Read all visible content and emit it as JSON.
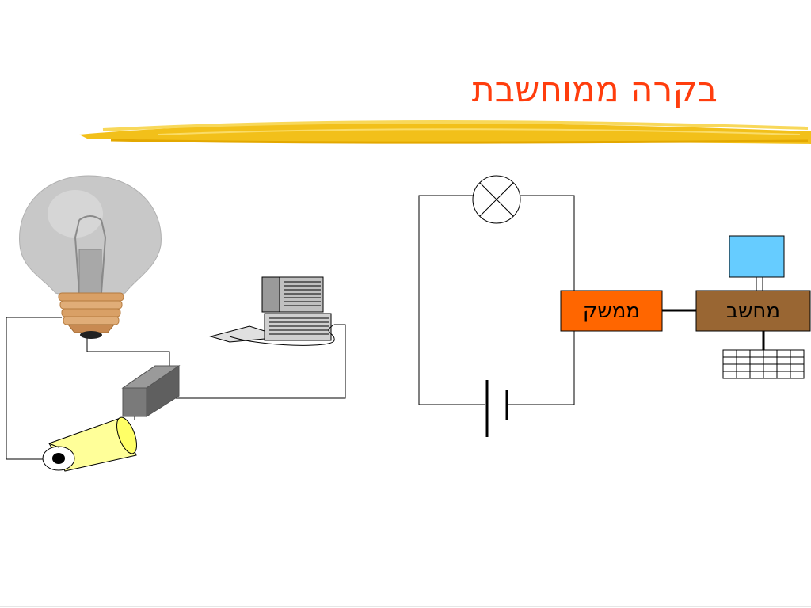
{
  "slide": {
    "title": "בקרה ממוחשבת"
  },
  "diagram": {
    "interface_label": "ממשק",
    "computer_label": "מחשב"
  },
  "colors": {
    "title": "#ff3d0d",
    "brush_stroke": "#f5c518",
    "interface_box": "#ff6600",
    "computer_box": "#996633",
    "monitor_screen": "#66ccff",
    "battery_body": "#ffff99",
    "bulb_glass": "#c8c8c8",
    "bulb_base": "#d9a066",
    "interface_block": "#7a7a7a"
  }
}
